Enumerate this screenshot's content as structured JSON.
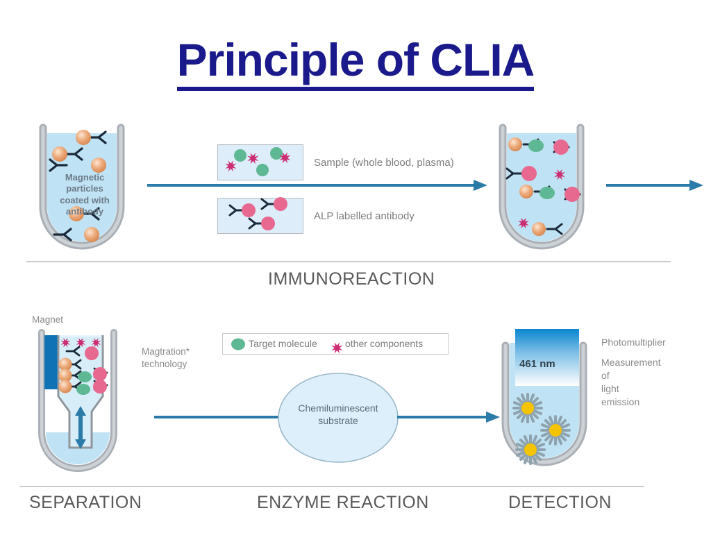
{
  "title": {
    "text": "Principle of CLIA",
    "color": "#1a1a8c"
  },
  "palette": {
    "arrow": "#2b7ba8",
    "fluid": "#bfe2f4",
    "tube_wall": "#a9afb5",
    "bead_magnetic": "#e8a273",
    "target_molecule": "#5fb894",
    "alp_label": "#e8698f",
    "other_component": "#cc2e72",
    "antibody": "#1b2a3a",
    "magnet": "#0f72b5",
    "emission_blue": "#0a86d0",
    "starburst": "#f5c400",
    "divider": "#c9ccd0",
    "caption_text": "#6c7a86",
    "note_text": "#8a8a8a",
    "stage_label_text": "#595959"
  },
  "row_immunoreaction": {
    "stage_label": "IMMUNOREACTION",
    "tube1_caption": "Magnetic\nparticles\ncoated with\nantibody",
    "legend": [
      {
        "label": "Sample (whole blood, plasma)"
      },
      {
        "label": "ALP labelled antibody"
      }
    ]
  },
  "row_process": {
    "magnet_label": "Magnet",
    "magtration_label": "Magtration*\ntechnology",
    "legend_inline": [
      {
        "icon": "green-circle",
        "label": "Target molecule"
      },
      {
        "icon": "pink-star",
        "label": "other components"
      }
    ],
    "substrate_label": "Chemiluminescent\nsubstrate",
    "emission_wavelength": "461 nm",
    "detector_label": "Photomultiplier",
    "detector_note": "Measurement\nof\nlight\nemission",
    "stage_labels": [
      "SEPARATION",
      "ENZYME REACTION",
      "DETECTION"
    ]
  }
}
